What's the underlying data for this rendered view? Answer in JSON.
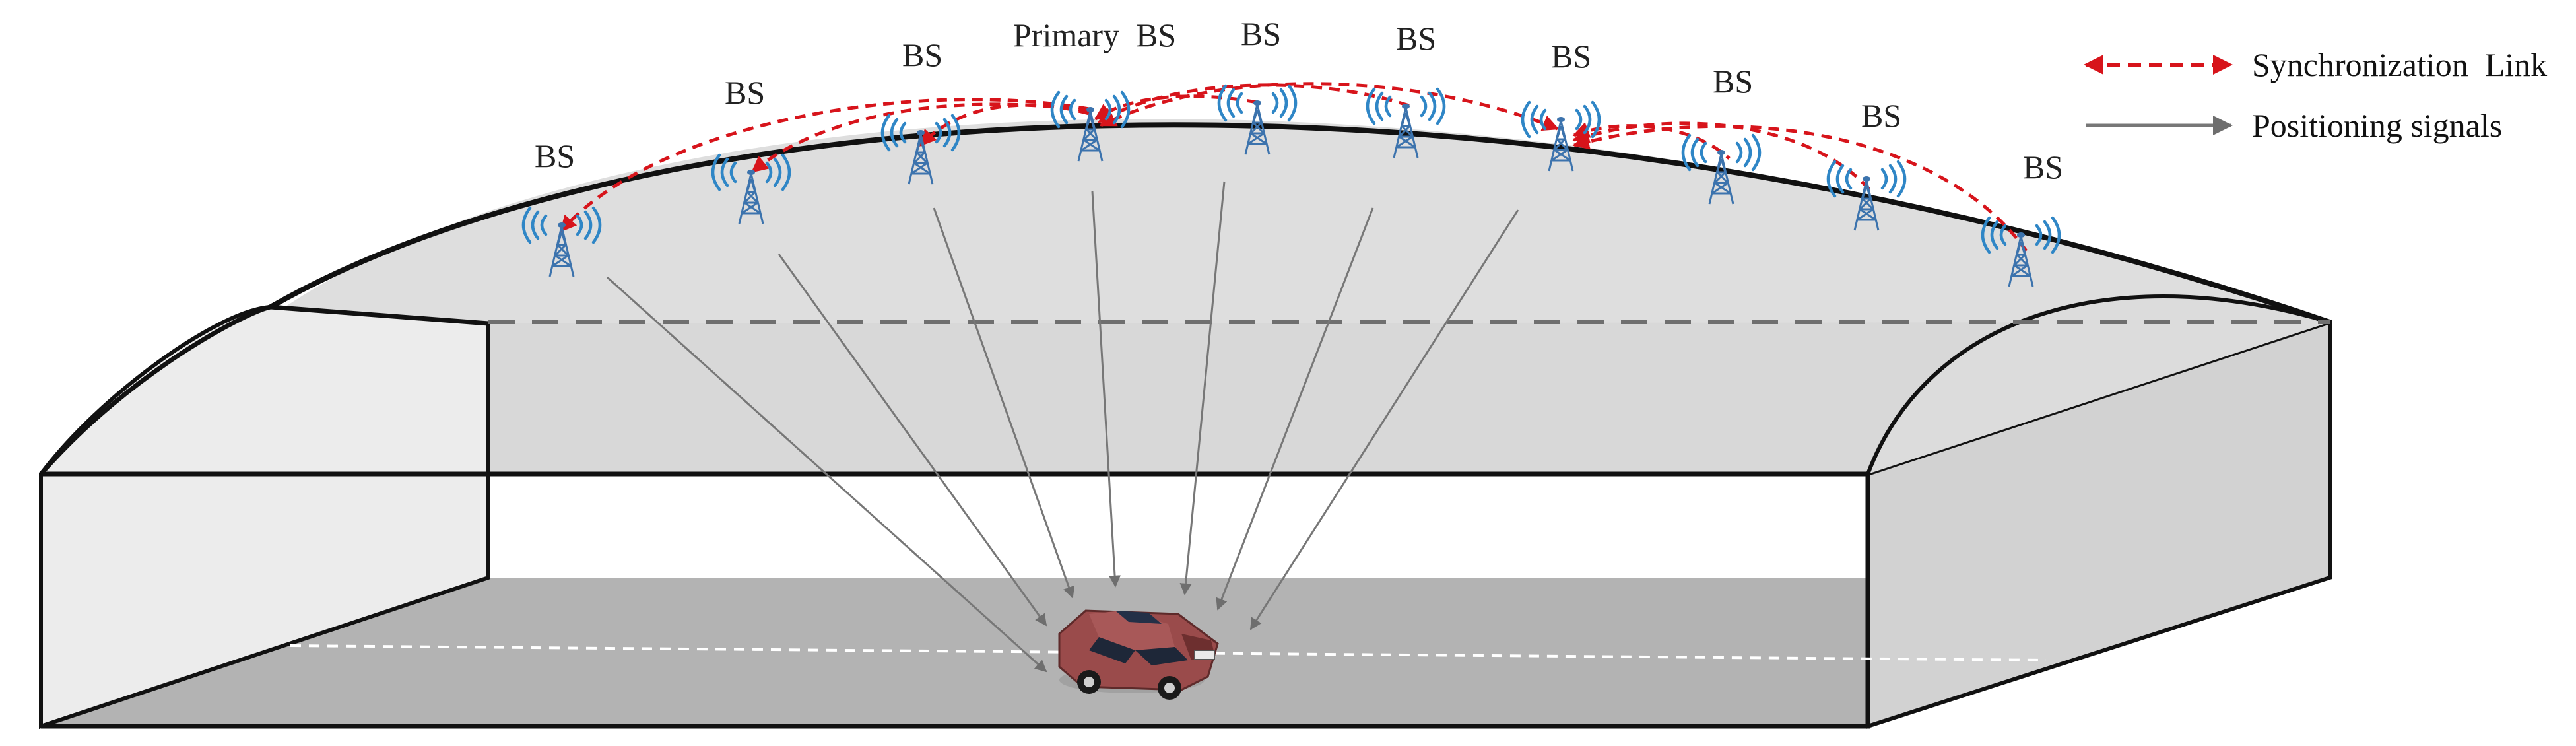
{
  "legend": {
    "sync_label": "Synchronization  Link",
    "pos_label": "Positioning signals"
  },
  "stations": [
    {
      "label": "BS"
    },
    {
      "label": "BS"
    },
    {
      "label": "BS"
    },
    {
      "label": "Primary  BS"
    },
    {
      "label": "BS"
    },
    {
      "label": "BS"
    },
    {
      "label": "BS"
    },
    {
      "label": "BS"
    },
    {
      "label": "BS"
    },
    {
      "label": "BS"
    }
  ],
  "colors": {
    "sync_link": "#d7141b",
    "positioning": "#7a7a7a",
    "tower": "#3c73ad",
    "signal_waves": "#2f86c6",
    "car_body": "#9a4b4b",
    "road": "#b3b3b3",
    "tunnel_wall": "#d8d8d8"
  }
}
